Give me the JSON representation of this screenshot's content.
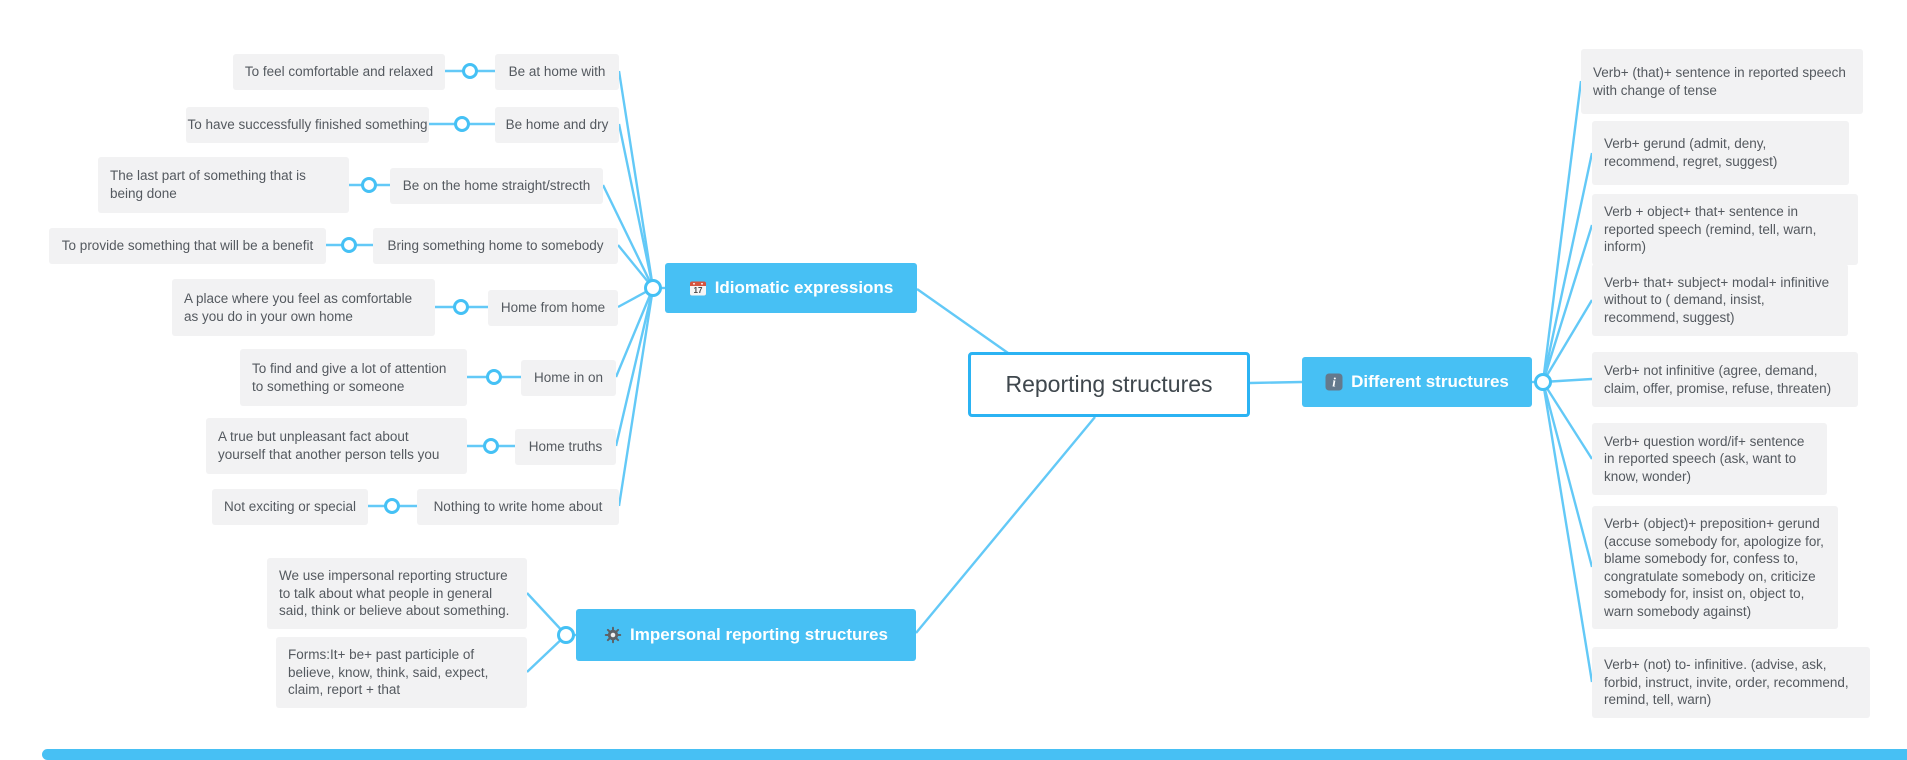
{
  "canvas": {
    "background": "#ffffff"
  },
  "colors": {
    "branch_node_blue": "#47c0f4",
    "connector_blue": "#63c9f7",
    "center_border_blue": "#2bb3f3",
    "leaf_background": "#f2f2f3",
    "leaf_text": "#54595f",
    "center_text": "#3f474d"
  },
  "center": {
    "title": "Reporting structures"
  },
  "branches": {
    "idiomatic": {
      "title": "Idiomatic expressions",
      "icon": "calendar-icon",
      "icon_text": "17",
      "items": [
        {
          "definition": "To feel comfortable and relaxed",
          "idiom": "Be at home with"
        },
        {
          "definition": "To have successfully finished something",
          "idiom": "Be home and dry"
        },
        {
          "definition": "The last part of something that is being done",
          "idiom": "Be on the home straight/strecth"
        },
        {
          "definition": "To provide something that will be a benefit",
          "idiom": "Bring something home to somebody"
        },
        {
          "definition": "A place where you feel as comfortable as you do in your own home",
          "idiom": "Home from home"
        },
        {
          "definition": "To find and give a lot of attention to something or someone",
          "idiom": "Home in on"
        },
        {
          "definition": "A true but unpleasant fact about yourself that another person tells you",
          "idiom": "Home truths"
        },
        {
          "definition": "Not exciting or special",
          "idiom": "Nothing to write home about"
        }
      ]
    },
    "different": {
      "title": "Different structures",
      "icon": "info-icon",
      "icon_text": "i",
      "items": [
        "Verb+ (that)+ sentence in reported speech with change of tense",
        "Verb+ gerund (admit, deny, recommend, regret, suggest)",
        "Verb + object+ that+ sentence in reported speech (remind, tell, warn, inform)",
        "Verb+ that+ subject+ modal+ infinitive without to ( demand, insist, recommend, suggest)",
        "Verb+ not infinitive (agree, demand, claim, offer, promise, refuse, threaten)",
        "Verb+ question word/if+ sentence in reported speech (ask, want to know, wonder)",
        "Verb+ (object)+ preposition+ gerund (accuse somebody for, apologize for, blame somebody for, confess to, congratulate somebody on, criticize somebody for, insist on, object to, warn somebody against)",
        "Verb+ (not) to- infinitive. (advise, ask, forbid, instruct, invite, order, recommend, remind, tell, warn)"
      ]
    },
    "impersonal": {
      "title": "Impersonal reporting structures",
      "icon": "gear-icon",
      "items": [
        "We use impersonal reporting structure to talk about what people in general said, think or believe about something.",
        "Forms:It+ be+ past participle of believe, know, think, said, expect, claim, report + that"
      ]
    }
  }
}
